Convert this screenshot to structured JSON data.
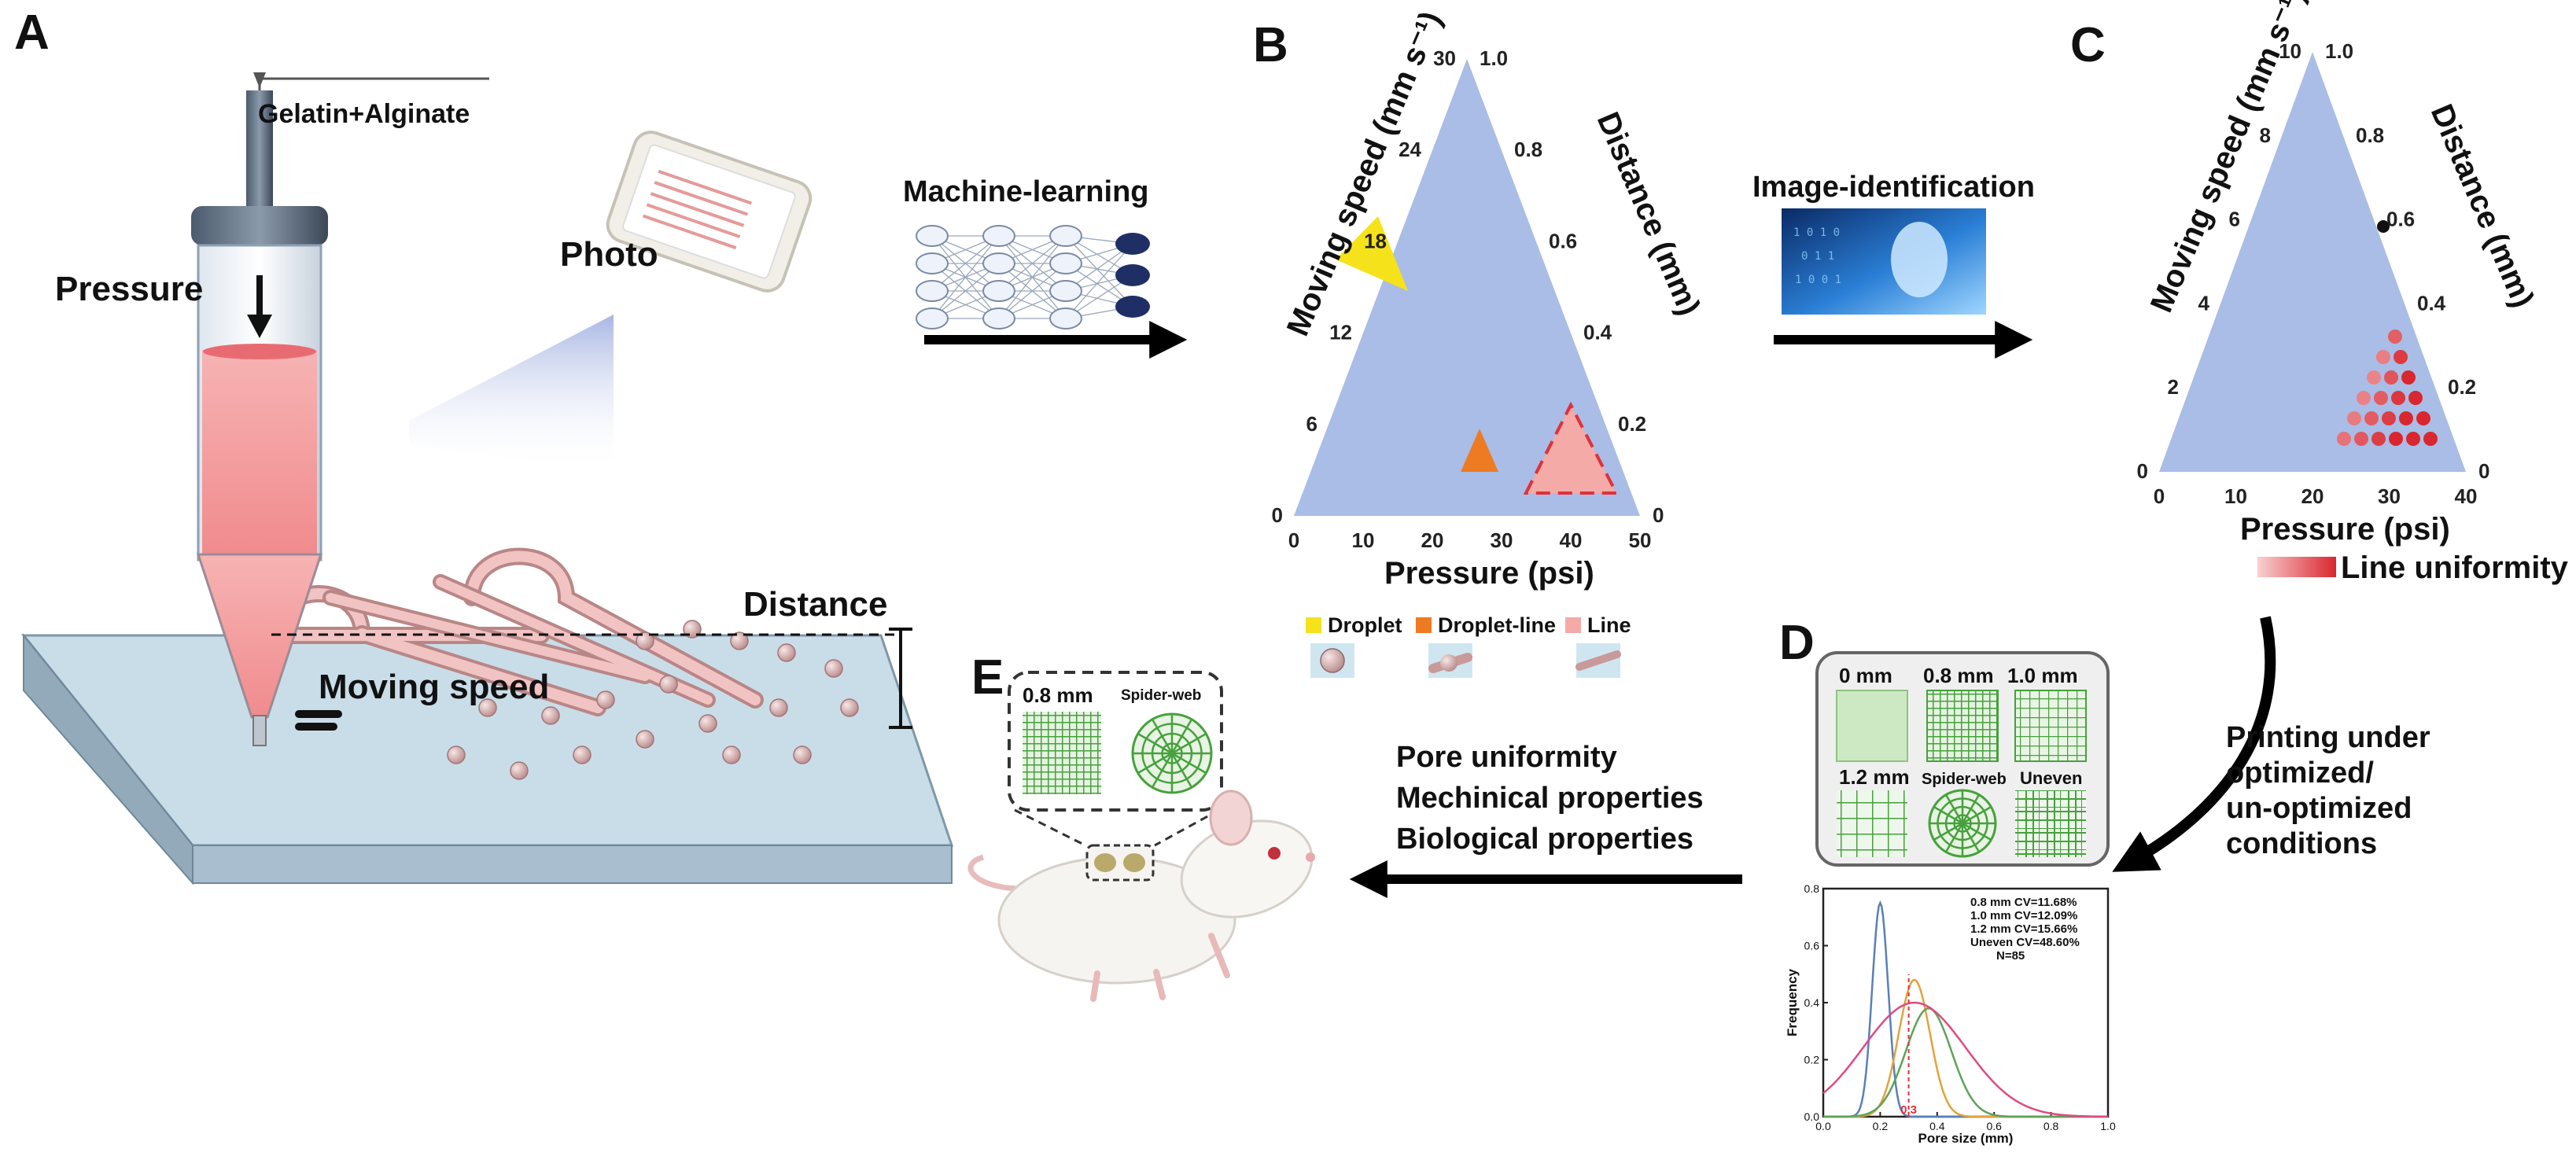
{
  "panels": {
    "a": "A",
    "b": "B",
    "c": "C",
    "d": "D",
    "e": "E"
  },
  "panel_a": {
    "material": "Gelatin+Alginate",
    "pressure": "Pressure",
    "moving_speed": "Moving speed",
    "distance": "Distance",
    "photo": "Photo"
  },
  "steps": {
    "machine_learning": "Machine-learning",
    "image_identification": "Image-identification",
    "printing": [
      "Printing under",
      "optimized/",
      "un-optimized",
      "conditions"
    ],
    "properties": [
      "Pore uniformity",
      "Mechinical properties",
      "Biological properties"
    ]
  },
  "ternary_b": {
    "left_label": "Moving speed  (mm s⁻¹)",
    "right_label": "Distance (mm)",
    "bottom_label": "Pressure (psi)",
    "left_ticks": [
      "0",
      "6",
      "12",
      "18",
      "24",
      "30"
    ],
    "right_ticks": [
      "0",
      "0.2",
      "0.4",
      "0.6",
      "0.8",
      "1.0"
    ],
    "bottom_ticks": [
      "0",
      "10",
      "20",
      "30",
      "40",
      "50"
    ],
    "legend": [
      {
        "label": "Droplet",
        "color": "#f5e21a"
      },
      {
        "label": "Droplet-line",
        "color": "#ee7a22"
      },
      {
        "label": "Line",
        "color": "#f4aaa6"
      }
    ]
  },
  "ternary_c": {
    "left_label": "Moving speed  (mm s⁻¹)",
    "right_label": "Distance (mm)",
    "bottom_label": "Pressure (psi)",
    "left_ticks": [
      "0",
      "2",
      "4",
      "6",
      "8",
      "10"
    ],
    "right_ticks": [
      "0",
      "0.2",
      "0.4",
      "0.6",
      "0.8",
      "1.0"
    ],
    "bottom_ticks": [
      "0",
      "10",
      "20",
      "30",
      "40"
    ],
    "legend": "Line uniformity"
  },
  "panel_d": {
    "patterns": [
      "0 mm",
      "0.8 mm",
      "1.0 mm",
      "1.2 mm",
      "Spider-web",
      "Uneven"
    ],
    "cv_lines": [
      "0.8 mm  CV=11.68%",
      "1.0 mm  CV=12.09%",
      "1.2 mm  CV=15.66%",
      "Uneven  CV=48.60%",
      "N=85"
    ],
    "marker": "0.3"
  },
  "panel_e": {
    "patterns": [
      "0.8 mm",
      "Spider-web"
    ]
  },
  "colors": {
    "triangle": "#a9bde6",
    "accent_red": "#e0303a",
    "mesh_green": "#46a13c"
  },
  "chart_data": {
    "type": "line",
    "title": "",
    "xlabel": "Pore size (mm)",
    "ylabel": "Frequency",
    "xlim": [
      0.0,
      1.0
    ],
    "ylim": [
      0.0,
      0.8
    ],
    "xticks": [
      "0.0",
      "0.2",
      "0.4",
      "0.6",
      "0.8",
      "1.0"
    ],
    "yticks": [
      "0.0",
      "0.2",
      "0.4",
      "0.6",
      "0.8"
    ],
    "grid": false,
    "series": [
      {
        "name": "0.8 mm",
        "color": "#5b7fb8",
        "mean": 0.2,
        "sd": 0.028,
        "peak": 0.75
      },
      {
        "name": "1.0 mm",
        "color": "#e2a33c",
        "mean": 0.32,
        "sd": 0.055,
        "peak": 0.48
      },
      {
        "name": "1.2 mm",
        "color": "#5fa25a",
        "mean": 0.37,
        "sd": 0.08,
        "peak": 0.38
      },
      {
        "name": "Uneven",
        "color": "#e04a82",
        "mean": 0.32,
        "sd": 0.18,
        "peak": 0.4
      }
    ]
  }
}
